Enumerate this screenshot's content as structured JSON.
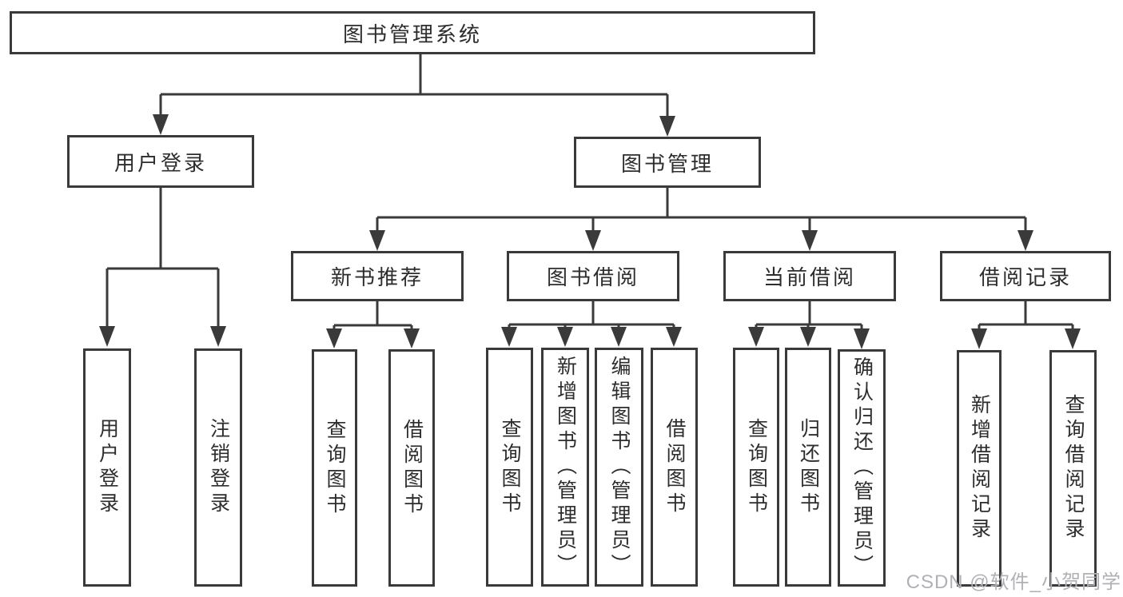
{
  "nodes": {
    "root": "图书管理系统",
    "user_login": "用户登录",
    "book_mgmt": "图书管理",
    "leaf_user_login": "用户登录",
    "leaf_logout": "注销登录",
    "new_rec": "新书推荐",
    "borrow": "图书借阅",
    "current": "当前借阅",
    "record": "借阅记录",
    "rec_query": "查询图书",
    "rec_borrow": "借阅图书",
    "bor_query": "查询图书",
    "bor_add": "新增图书（管理员）",
    "bor_edit": "编辑图书（管理员）",
    "bor_borrow": "借阅图书",
    "cur_query": "查询图书",
    "cur_return": "归还图书",
    "cur_confirm": "确认归还（管理员）",
    "rec2_add": "新增借阅记录",
    "rec2_query": "查询借阅记录"
  },
  "watermark": "CSDN @软件_小贺同学",
  "colors": {
    "line": "#3a3a3a",
    "text": "#2d2d2d",
    "background": "#ffffff",
    "watermark": "#b0b0b6"
  }
}
